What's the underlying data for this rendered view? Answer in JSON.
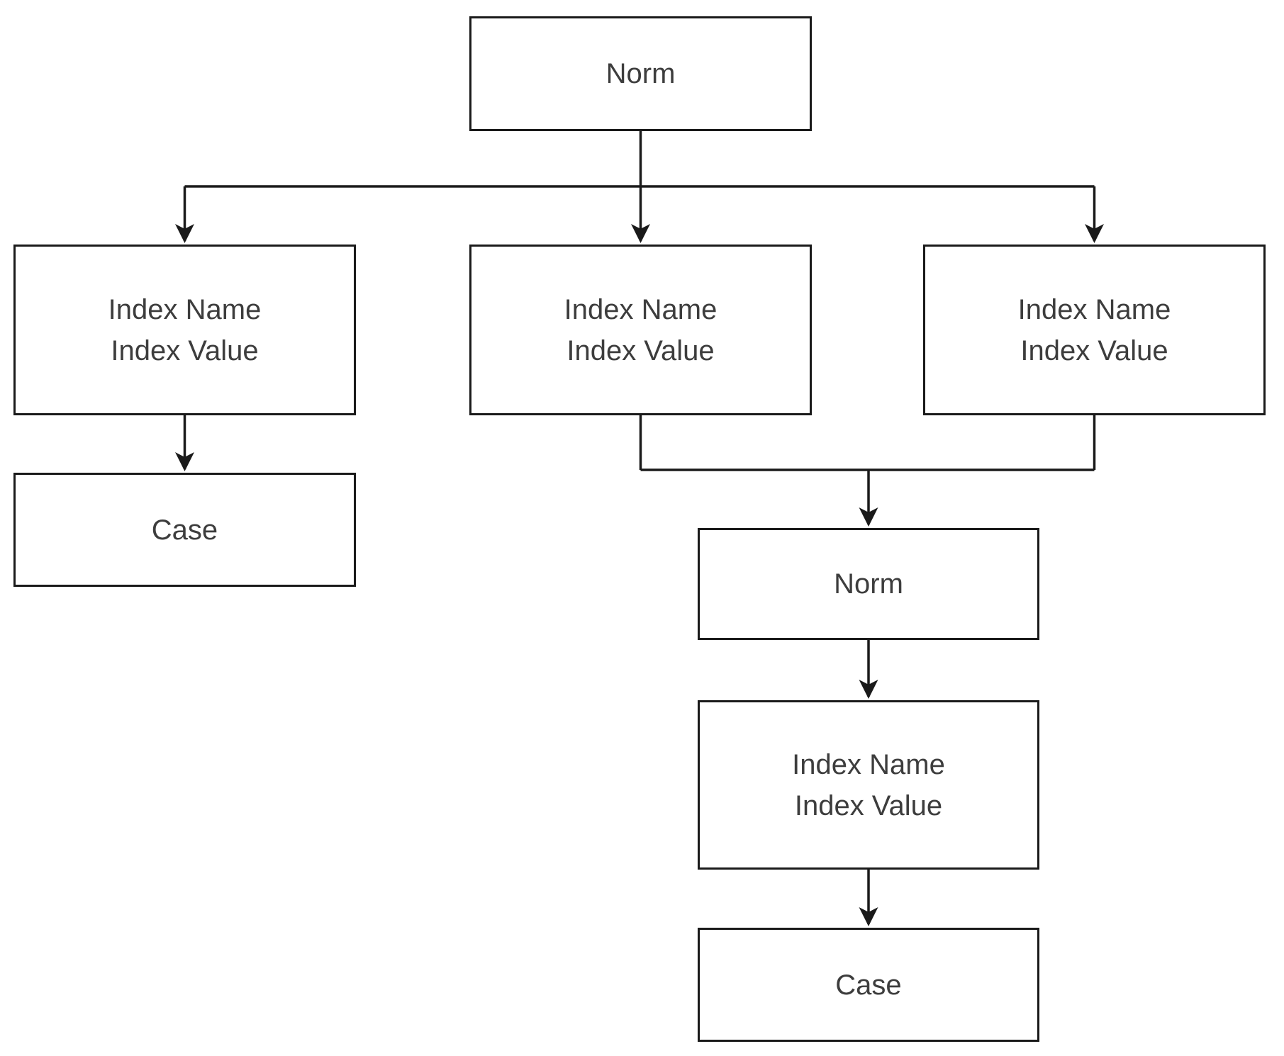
{
  "diagram": {
    "background_color": "#ffffff",
    "line_color": "#1a1a1a",
    "text_color": "#3d3d3d",
    "nodes": {
      "norm1": {
        "label": "Norm"
      },
      "idx1": {
        "line1": "Index Name",
        "line2": "Index Value"
      },
      "idx2": {
        "line1": "Index Name",
        "line2": "Index Value"
      },
      "idx3": {
        "line1": "Index Name",
        "line2": "Index Value"
      },
      "case1": {
        "label": "Case"
      },
      "norm2": {
        "label": "Norm"
      },
      "idx4": {
        "line1": "Index Name",
        "line2": "Index Value"
      },
      "case2": {
        "label": "Case"
      }
    }
  }
}
